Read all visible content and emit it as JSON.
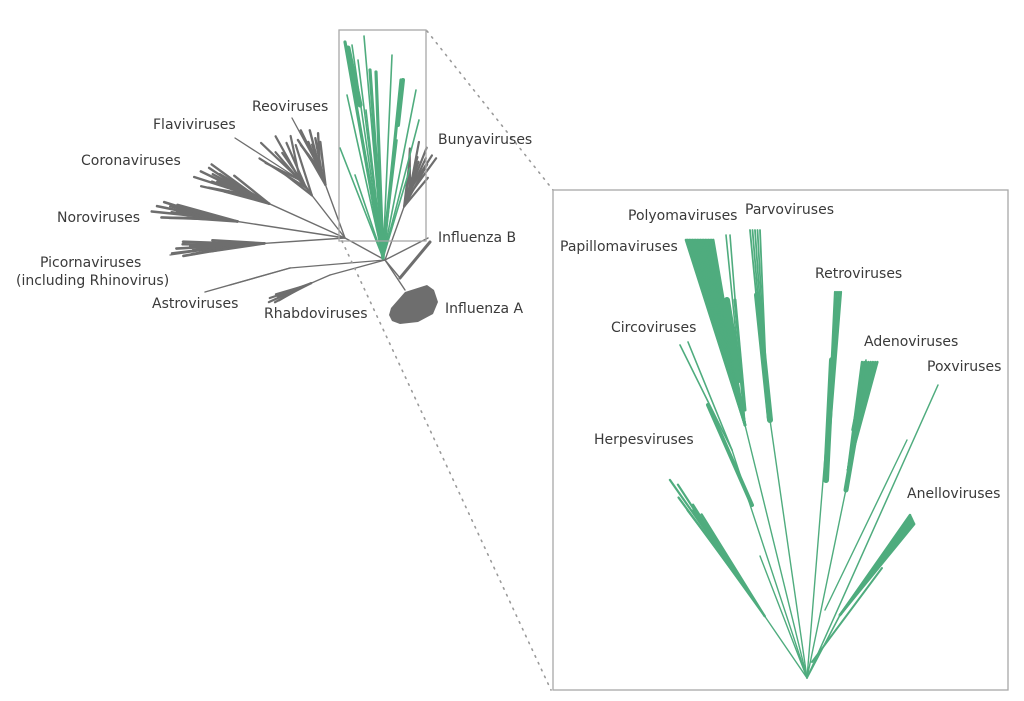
{
  "overview": {
    "labels": {
      "reoviruses": "Reoviruses",
      "flaviviruses": "Flaviviruses",
      "coronaviruses": "Coronaviruses",
      "noroviruses": "Noroviruses",
      "picornaviruses_line1": "Picornaviruses",
      "picornaviruses_line2": "(including Rhinovirus)",
      "astroviruses": "Astroviruses",
      "rhabdoviruses": "Rhabdoviruses",
      "bunyaviruses": "Bunyaviruses",
      "influenza_b": "Influenza B",
      "influenza_a": "Influenza A"
    }
  },
  "zoom": {
    "labels": {
      "polyomaviruses": "Polyomaviruses",
      "parvoviruses": "Parvoviruses",
      "papillomaviruses": "Papillomaviruses",
      "retroviruses": "Retroviruses",
      "circoviruses": "Circoviruses",
      "adenoviruses": "Adenoviruses",
      "poxviruses": "Poxviruses",
      "herpesviruses": "Herpesviruses",
      "anelloviruses": "Anelloviruses"
    }
  },
  "colors": {
    "gray_branches": "#6e6e6e",
    "green_branches": "#4fac7e",
    "frame": "#a8a8a8",
    "label_text": "#3a3a3a"
  }
}
